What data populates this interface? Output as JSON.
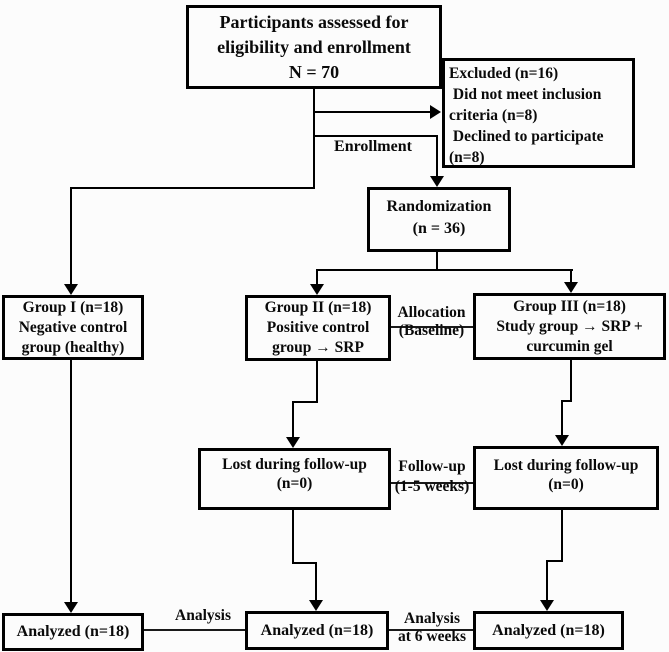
{
  "diagram": {
    "type": "consort-flowchart",
    "nodes": {
      "participants": "Participants assessed for\neligibility and enrollment\nN = 70",
      "excluded": "Excluded (n=16)\n Did not meet inclusion\ncriteria (n=8)\n Declined to participate\n(n=8)",
      "randomization": "Randomization\n(n = 36)",
      "group1": "Group I (n=18)\nNegative control\ngroup (healthy)",
      "group2": "Group II (n=18)\nPositive control\ngroup → SRP",
      "group3": "Group III (n=18)\nStudy group → SRP +\ncurcumin gel",
      "lost2": "Lost during follow-up\n(n=0)",
      "lost3": "Lost during follow-up\n(n=0)",
      "analyzed1": "Analyzed (n=18)",
      "analyzed2": "Analyzed (n=18)",
      "analyzed3": "Analyzed (n=18)"
    },
    "labels": {
      "enrollment": "Enrollment",
      "allocation": "Allocation\n(Baseline)",
      "followup": "Follow-up\n(1-5 weeks)",
      "analysis": "Analysis",
      "analysis_6weeks": "Analysis\nat 6 weeks"
    },
    "counts": {
      "assessed": 70,
      "excluded": 16,
      "not_meeting_inclusion": 8,
      "declined": 8,
      "randomized": 36,
      "group1_n": 18,
      "group2_n": 18,
      "group3_n": 18,
      "lost_followup": 0,
      "analyzed_per_group": 18
    },
    "colors": {
      "background": "#fcfcfc",
      "line": "#000000",
      "text": "#0a0a0a"
    }
  }
}
